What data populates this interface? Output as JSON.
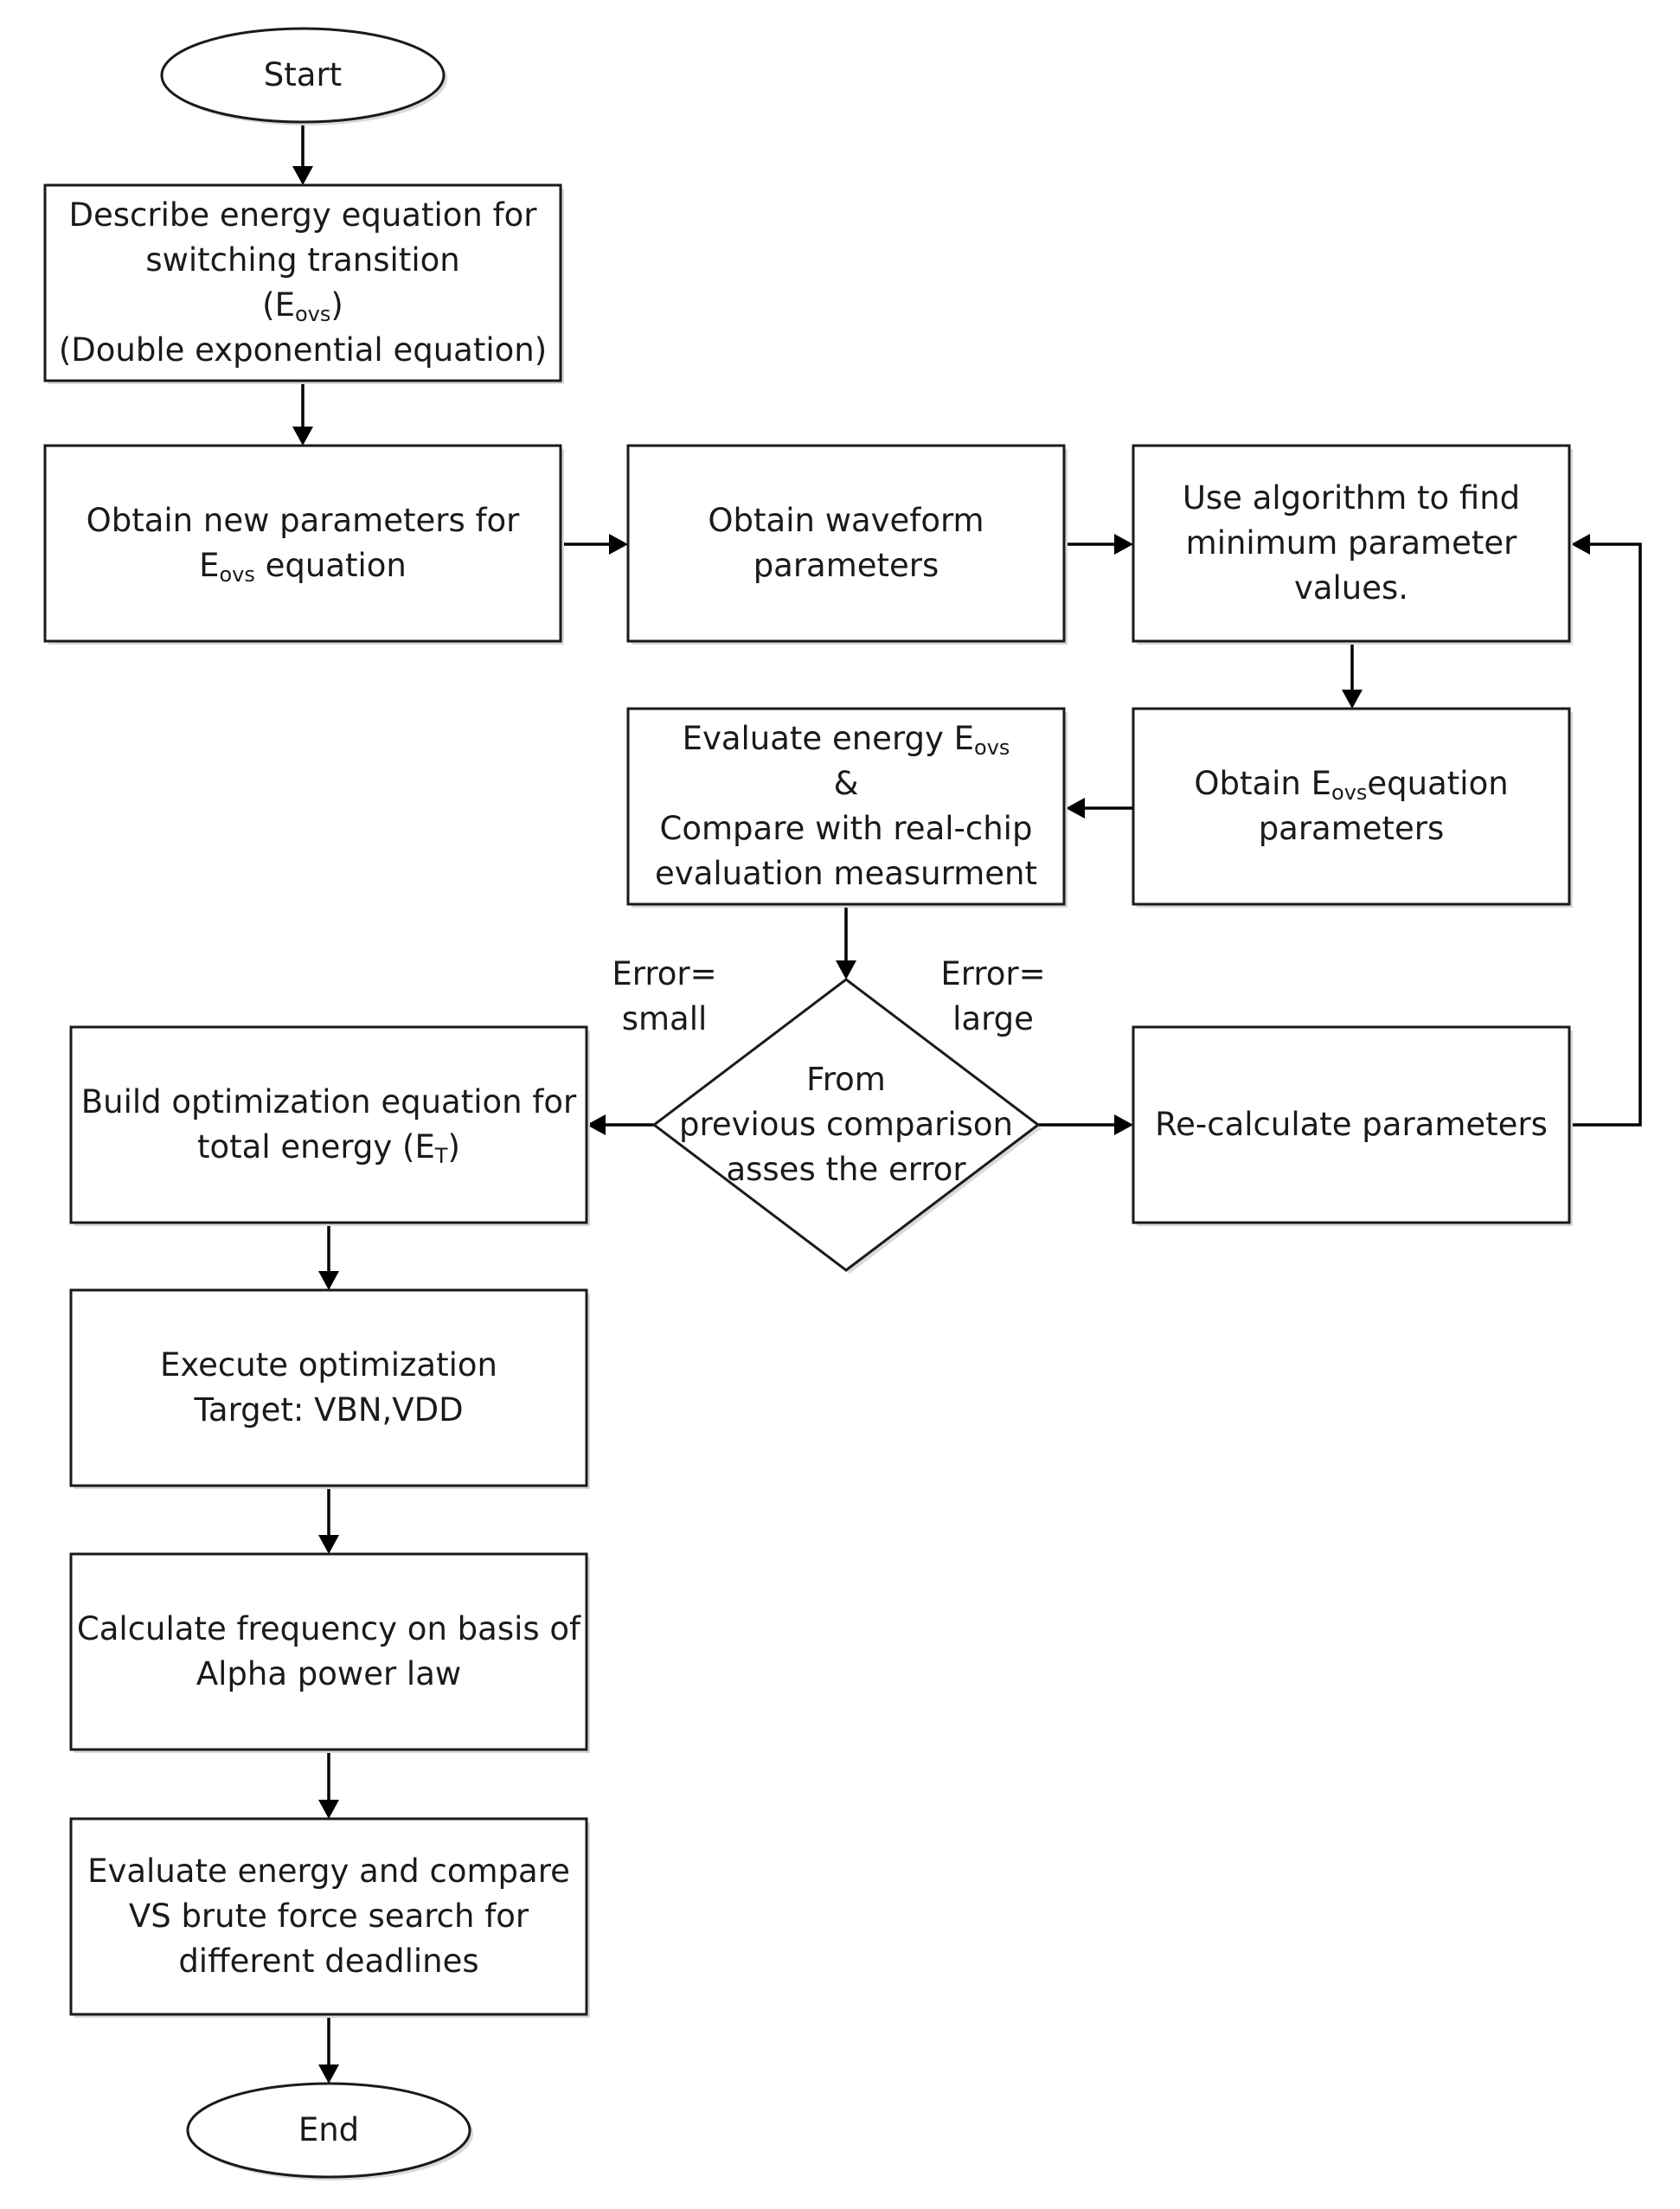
{
  "nodes": {
    "start": {
      "text": "Start"
    },
    "describe": {
      "line1": "Describe energy equation for",
      "line2": "switching transition",
      "line3_pre": "(E",
      "line3_sub": "ovs",
      "line3_post": ")",
      "line4": "(Double exponential equation)"
    },
    "obtain_new": {
      "line1": "Obtain new parameters for",
      "line2_pre": "E",
      "line2_sub": "ovs",
      "line2_post": " equation"
    },
    "obtain_waveform": {
      "line1": "Obtain waveform",
      "line2": "parameters"
    },
    "use_algorithm": {
      "line1": "Use algorithm to find",
      "line2": "minimum parameter",
      "line3": "values."
    },
    "obtain_eovs": {
      "line1_pre": "Obtain E",
      "line1_sub": "ovs",
      "line1_post": "equation",
      "line2": "parameters"
    },
    "evaluate_eovs": {
      "line1_pre": "Evaluate energy E",
      "line1_sub": "ovs",
      "line2": "&",
      "line3": "Compare with real-chip",
      "line4": "evaluation measurment"
    },
    "decision": {
      "line1": "From",
      "line2": "previous comparison",
      "line3": "asses the error"
    },
    "recalculate": {
      "text": "Re-calculate parameters"
    },
    "build_opt": {
      "line1": "Build optimization equation for",
      "line2_pre": "total energy (E",
      "line2_sub": "T",
      "line2_post": ")"
    },
    "execute_opt": {
      "line1": "Execute optimization",
      "line2": "Target: VBN,VDD"
    },
    "calc_freq": {
      "line1": "Calculate frequency on basis of",
      "line2": "Alpha power law"
    },
    "evaluate_energy": {
      "line1": "Evaluate energy and compare",
      "line2": "VS brute force search for",
      "line3": "different deadlines"
    },
    "end": {
      "text": "End"
    }
  },
  "edge_labels": {
    "small": {
      "line1": "Error=",
      "line2": "small"
    },
    "large": {
      "line1": "Error=",
      "line2": "large"
    }
  },
  "colors": {
    "stroke": "#1a1a1a",
    "fill": "#ffffff",
    "shadow": "#d9d9d9"
  }
}
